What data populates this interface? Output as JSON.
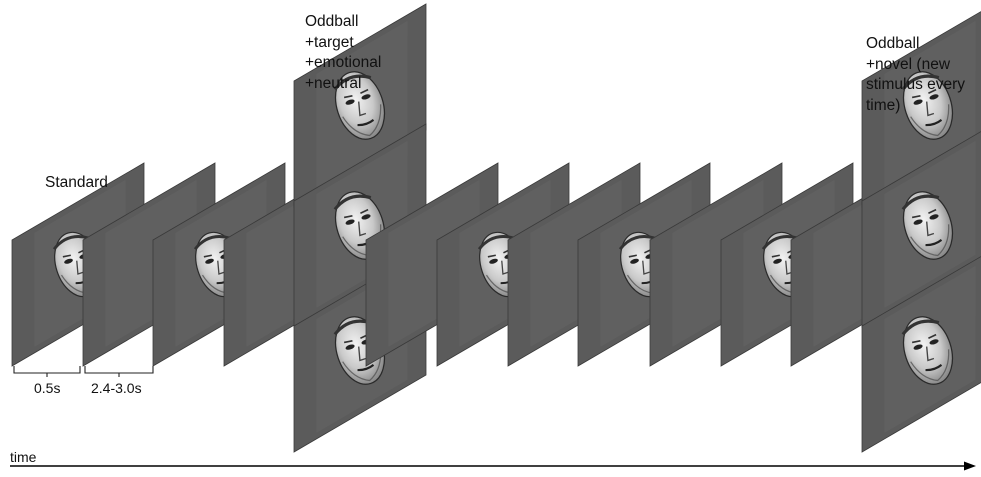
{
  "labels": {
    "standard": "Standard",
    "oddball_target": [
      "Oddball",
      "+target",
      "+emotional",
      "+neutral"
    ],
    "oddball_novel": [
      "Oddball",
      "+novel (new",
      "stimulus every",
      "time)"
    ],
    "duration_face": "0.5s",
    "duration_isi": "2.4-3.0s",
    "time_axis": "time"
  },
  "colors": {
    "frame_fill": "#5b5b5b",
    "frame_edge": "#3a3a3a",
    "inner_panel": "#666666",
    "fixation_cross": "#ffffff",
    "axis": "#000000",
    "text": "#111111"
  },
  "sequence": [
    {
      "type": "face",
      "label": "standard"
    },
    {
      "type": "fixation-cross"
    },
    {
      "type": "face",
      "label": "standard"
    },
    {
      "type": "fixation-cross"
    },
    {
      "type": "oddball-stack",
      "label": "target / emotional / neutral",
      "faces": 3
    },
    {
      "type": "fixation-cross"
    },
    {
      "type": "face",
      "label": "standard"
    },
    {
      "type": "fixation-cross"
    },
    {
      "type": "face",
      "label": "standard"
    },
    {
      "type": "fixation-cross"
    },
    {
      "type": "face",
      "label": "standard"
    },
    {
      "type": "fixation-cross"
    },
    {
      "type": "oddball-stack",
      "label": "novel",
      "faces": 3
    }
  ]
}
